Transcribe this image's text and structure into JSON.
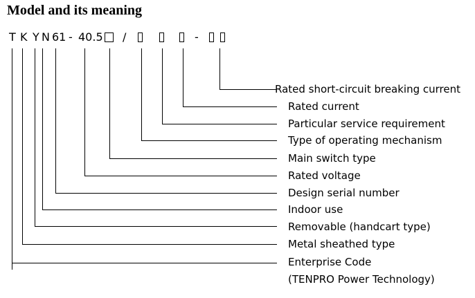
{
  "title": "Model and its meaning",
  "model_code": {
    "letters": [
      "T",
      "K",
      "Y",
      "N"
    ],
    "serial": "61",
    "dash1": "-",
    "voltage": "40.5",
    "slash": "/",
    "dash2": "-"
  },
  "labels": {
    "rated_short_circuit": "Rated short-circuit breaking current",
    "rated_current": "Rated current",
    "particular_service": "Particular service requirement",
    "operating_mechanism": "Type of operating mechanism",
    "main_switch": "Main switch type",
    "rated_voltage": "Rated voltage",
    "design_serial": "Design serial number",
    "indoor_use": "Indoor use",
    "removable": "Removable (handcart type)",
    "metal_sheathed": "Metal sheathed type",
    "enterprise_code": "Enterprise Code",
    "enterprise_name": "(TENPRO Power Technology)"
  }
}
